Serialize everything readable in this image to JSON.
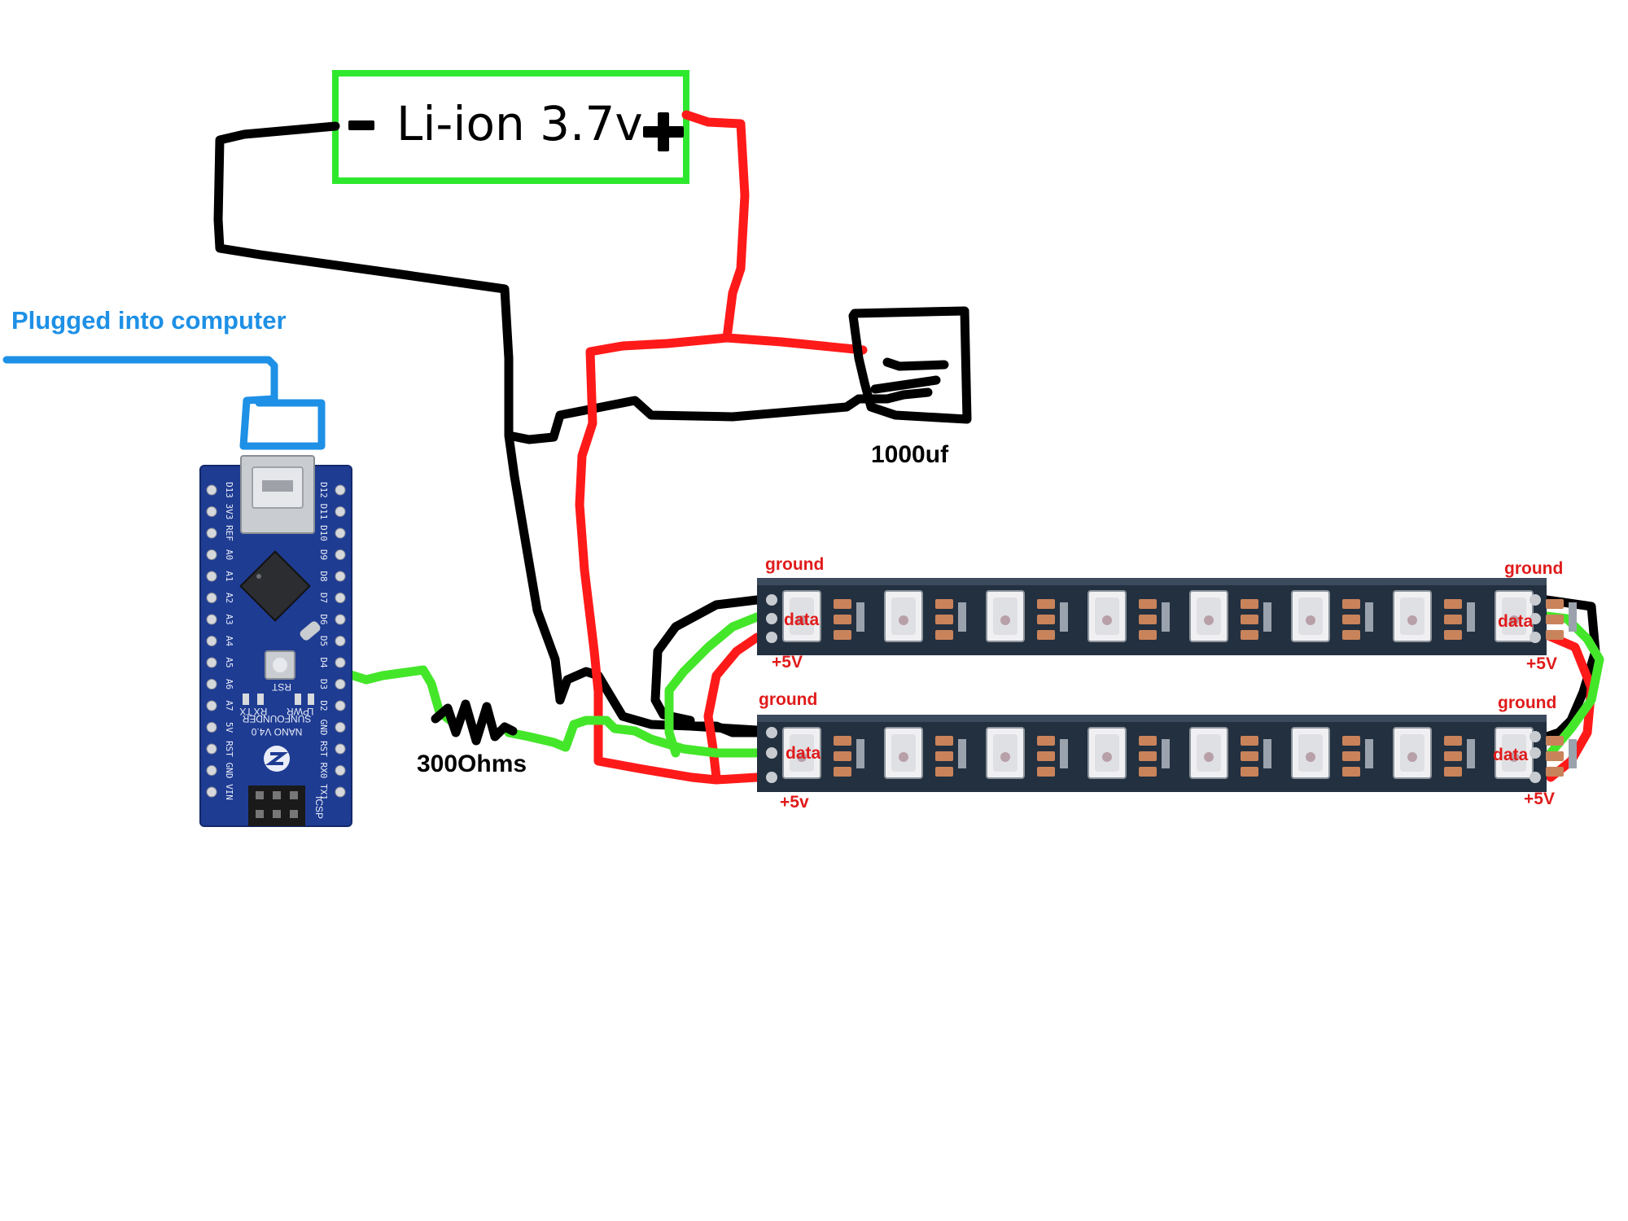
{
  "colors": {
    "wire_black": "#000000",
    "wire_red": "#ff1a1a",
    "wire_green": "#44e62a",
    "usb_blue": "#1e90e6",
    "battery_border": "#2ee82e",
    "label_red": "#e01b1b",
    "board_blue": "#1f3c93",
    "strip_dark": "#233040"
  },
  "usb": {
    "label": "Plugged into computer"
  },
  "battery": {
    "label": "Li-ion 3.7v",
    "negative_symbol": "-",
    "positive_symbol": "+"
  },
  "capacitor": {
    "label": "1000uf"
  },
  "resistor": {
    "label": "300Ohms"
  },
  "arduino": {
    "brand": "SUNFOUNDER",
    "model": "NANO V4.0",
    "left_pins": [
      "D13",
      "3V3",
      "REF",
      "A0",
      "A1",
      "A2",
      "A3",
      "A4",
      "A5",
      "A6",
      "A7",
      "5V",
      "RST",
      "GND",
      "VIN"
    ],
    "right_pins": [
      "D12",
      "D11",
      "D10",
      "D9",
      "D8",
      "D7",
      "D6",
      "D5",
      "D4",
      "D3",
      "D2",
      "GND",
      "RST",
      "RX0",
      "TX1"
    ],
    "rst_label": "RST",
    "led_labels": [
      "TX",
      "RX",
      "PWR",
      "L"
    ],
    "icsp_label": "ICSP"
  },
  "strip_top": {
    "left_labels": {
      "ground": "ground",
      "data": "data",
      "power": "+5V"
    },
    "right_labels": {
      "ground": "ground",
      "data": "data",
      "power": "+5V"
    }
  },
  "strip_bottom": {
    "left_labels": {
      "ground": "ground",
      "data": "data",
      "power": "+5v"
    },
    "right_labels": {
      "ground": "ground",
      "data": "data",
      "power": "+5V"
    }
  },
  "strip_led_count": 8
}
